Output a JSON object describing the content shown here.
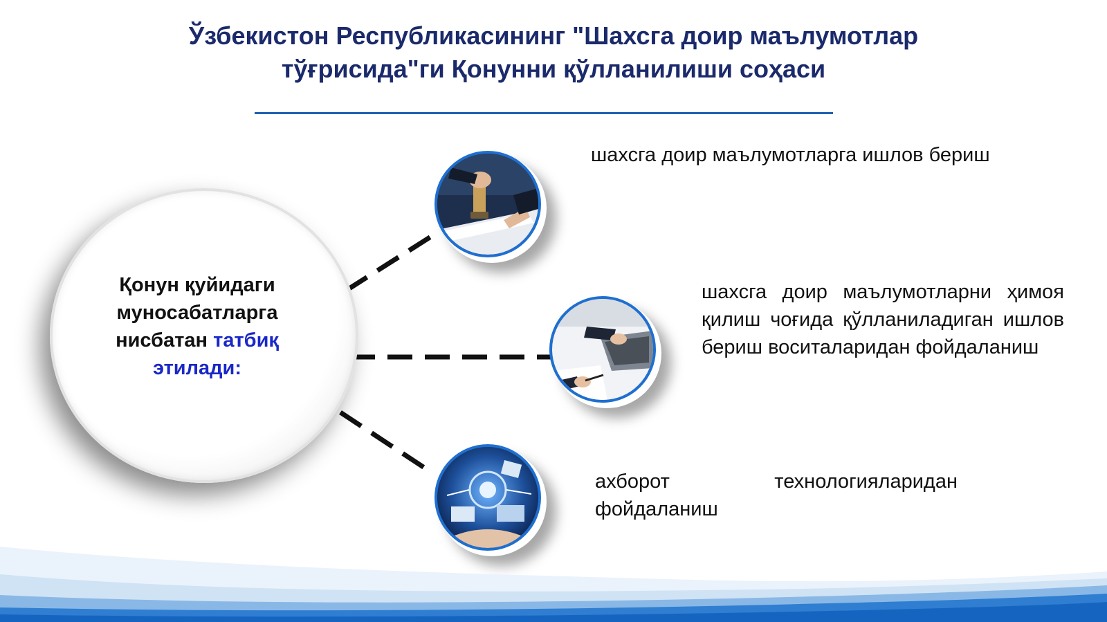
{
  "title": {
    "line1": "Ўзбекистон Республикасининг \"Шахсга доир маълумотлар",
    "line2": "тўғрисида\"ги Қонунни қўлланилиши соҳаси"
  },
  "center": {
    "text_before": "Қонун қуйидаги муносабатларга нисбатан",
    "text_highlight": "татбиқ этилади:"
  },
  "items": [
    {
      "text": "шахсга доир маълумотларга ишлов бериш",
      "image": "stamp-document-icon"
    },
    {
      "text": "шахсга доир маълумотларни ҳимоя қилиш чоғида қўлланиладиган ишлов бериш воситаларидан фойдаланиш",
      "image": "laptop-typing-icon"
    },
    {
      "text": "ахборот технологияларидан фойдаланиш",
      "image": "technology-network-icon"
    }
  ],
  "colors": {
    "title": "#1b2a6b",
    "rule": "#1e62b0",
    "highlight": "#1a28c8",
    "node_border": "#1e6fd0",
    "wave": "#1565c0"
  }
}
